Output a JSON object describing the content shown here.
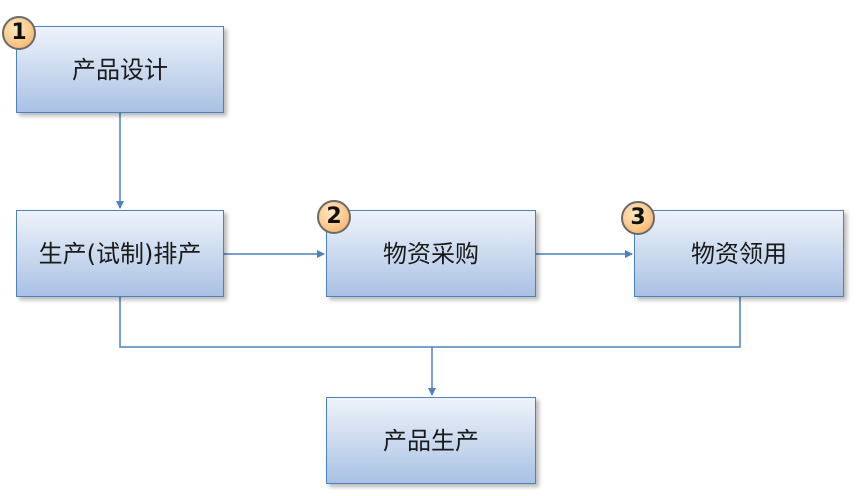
{
  "nodes": {
    "design": "产品设计",
    "schedule": "生产(试制)排产",
    "purchase": "物资采购",
    "requisition": "物资领用",
    "production": "产品生产"
  },
  "badges": {
    "one": "1",
    "two": "2",
    "three": "3"
  },
  "colors": {
    "box_border": "#4f81bd",
    "box_fill_top": "#eef3fb",
    "box_fill_bottom": "#a9c1e4",
    "connector": "#4f81bd",
    "badge_fill": "#fbc98c"
  }
}
